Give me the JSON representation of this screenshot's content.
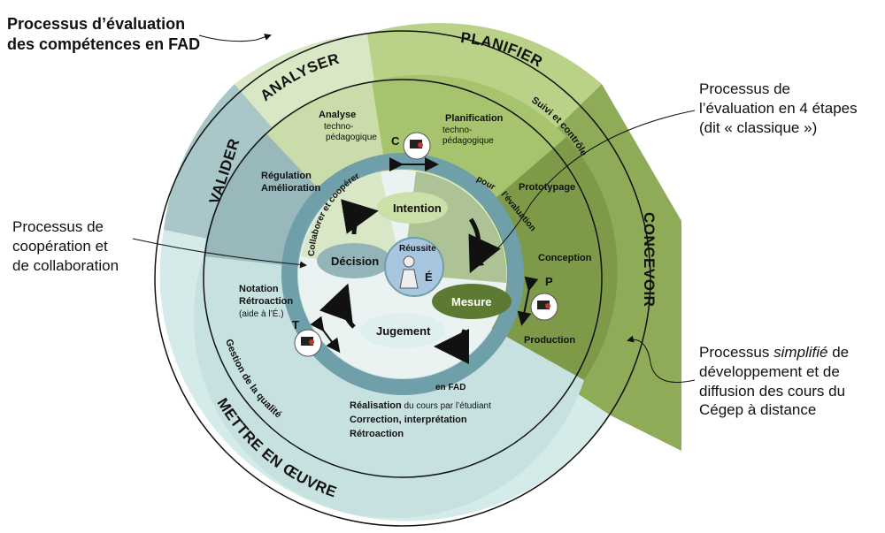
{
  "title_line1": "Processus d’évaluation",
  "title_line2": "des compétences en FAD",
  "notes": {
    "classic": [
      "Processus de",
      "l’évaluation en 4 étapes",
      "(dit « classique »)"
    ],
    "coop": [
      "Processus de",
      "coopération et",
      "de collaboration"
    ],
    "simplified": {
      "prefix": "Processus ",
      "emph": "simplifié",
      "suffix": " de",
      "lines": [
        "développement et de",
        "diffusion des cours du",
        "Cégep à distance"
      ]
    }
  },
  "phases": {
    "analyser": "ANALYSER",
    "planifier": "PLANIFIER",
    "concevoir": "CONCEVOIR",
    "mettre": "METTRE EN ŒUVRE",
    "valider": "VALIDER"
  },
  "inner": {
    "analyse_title": "Analyse",
    "analyse_sub1": "techno-",
    "analyse_sub2": "pédagogique",
    "planif_title": "Planification",
    "planif_sub1": "techno-",
    "planif_sub2": "pédagogique",
    "suivi": "Suivi et contrôle",
    "prototypage": "Prototypage",
    "conception": "Conception",
    "production": "Production",
    "regulation": "Régulation",
    "amelioration": "Amélioration",
    "notation": "Notation",
    "retroaction": "Rétroaction",
    "aide": "(aide à l’É.)",
    "gestion": "Gestion de la qualité",
    "realisation_bold": "Réalisation",
    "realisation_rest": " du cours par l’étudiant",
    "correction": "Correction, interprétation",
    "retroaction2": "Rétroaction"
  },
  "ring": {
    "collab": "Collaborer et coopérer",
    "pour": "pour",
    "evaluation": "l’évaluation",
    "enfad": "en FAD"
  },
  "core": {
    "intention": "Intention",
    "mesure": "Mesure",
    "jugement": "Jugement",
    "decision": "Décision",
    "reussite": "Réussite",
    "e": "É"
  },
  "letters": {
    "c": "C",
    "p": "P",
    "t": "T"
  },
  "colors": {
    "outer_analyser": "#d9e8c4",
    "outer_planifier": "#b9d287",
    "outer_concevoir": "#8eab57",
    "outer_mettre": "#d4ebe9",
    "outer_valider": "#a9c6c9",
    "ring_band": "#6f9fa8",
    "core_fill": "#ffffff"
  }
}
